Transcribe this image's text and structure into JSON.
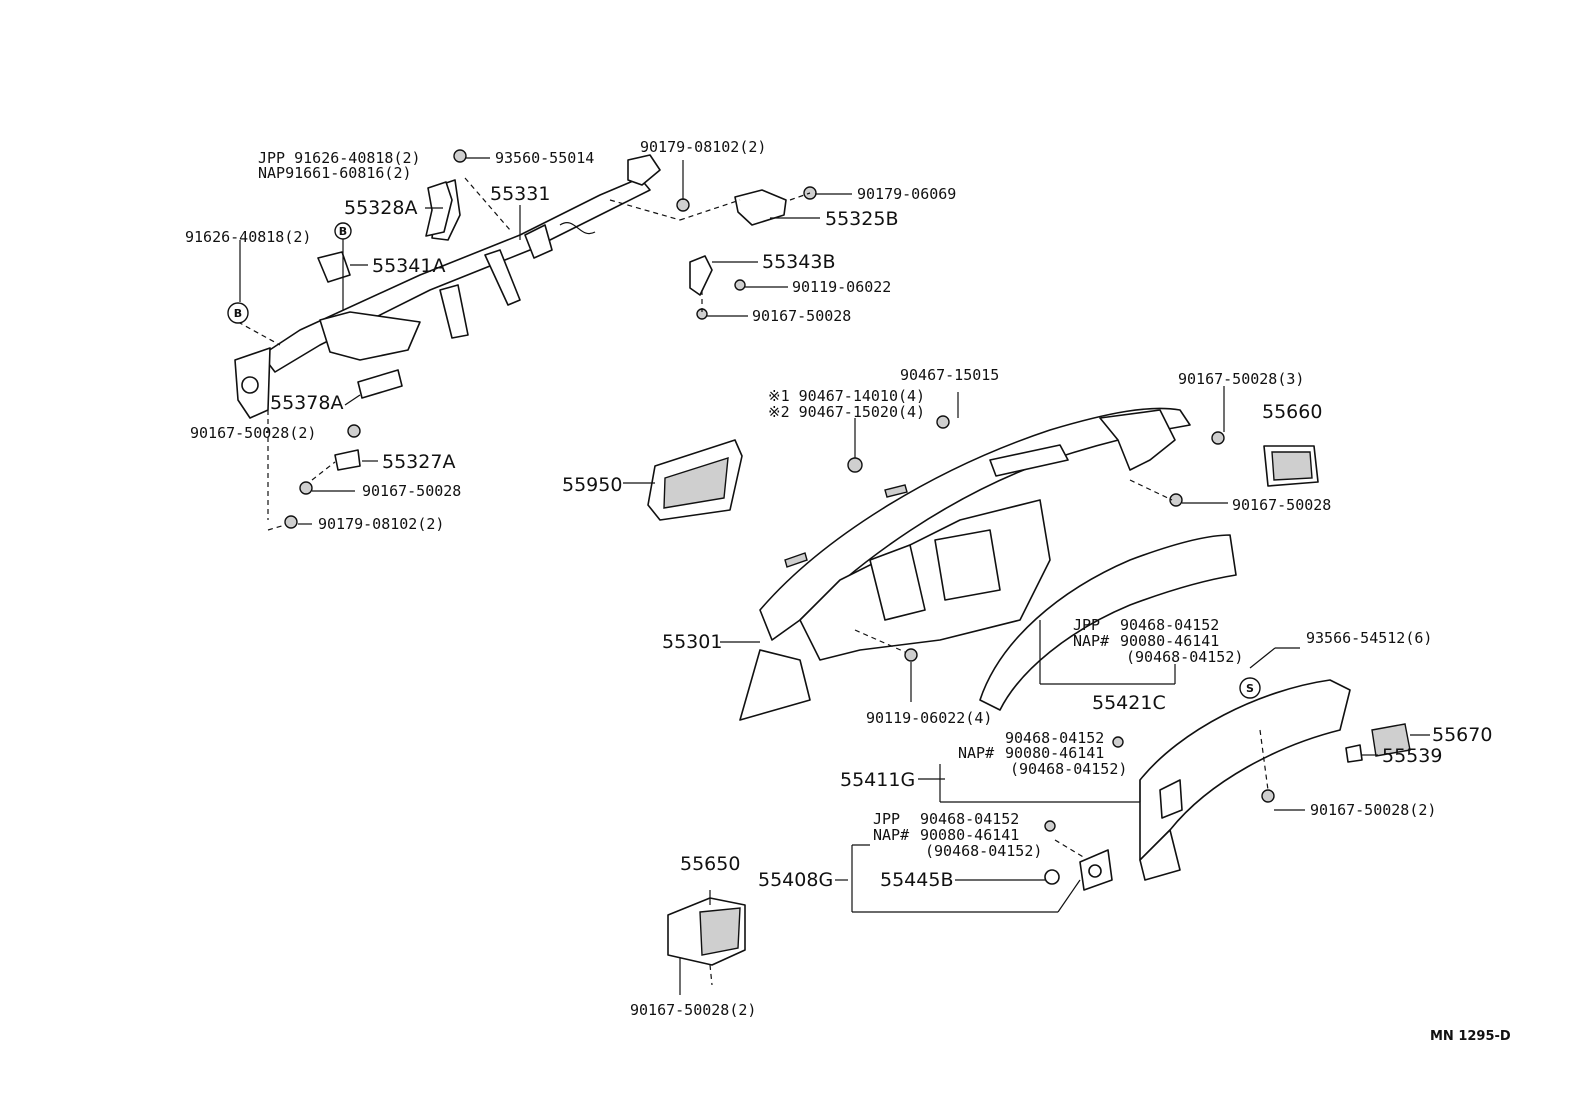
{
  "labels": {
    "jpp_91626_40818": "JPP 91626-40818(2)",
    "nap_91661_60816": "NAP91661-60816(2)",
    "p93560_55014": "93560-55014",
    "p90179_08102_top": "90179-08102(2)",
    "p90179_06069": "90179-06069",
    "p55331": "55331",
    "p55328A": "55328A",
    "p55325B": "55325B",
    "p91626_40818": "91626-40818(2)",
    "p55341A": "55341A",
    "p55343B": "55343B",
    "p90119_06022": "90119-06022",
    "p90167_50028_a": "90167-50028",
    "p90467_15015": "90467-15015",
    "p90467_14010": "※1 90467-14010(4)",
    "p90467_15020": "※2 90467-15020(4)",
    "p90167_50028_3": "90167-50028(3)",
    "p55660": "55660",
    "p55378A": "55378A",
    "p90167_50028_2a": "90167-50028(2)",
    "p55327A": "55327A",
    "p90167_50028_b": "90167-50028",
    "p90179_08102_bot": "90179-08102(2)",
    "p55950": "55950",
    "p90167_50028_c": "90167-50028",
    "p55301": "55301",
    "jpp_90468_04152": "JPP",
    "v90468_04152_a": "90468-04152",
    "nap_90080_46141_a": "NAP#",
    "v90080_46141_a": "90080-46141",
    "v90468_04152_a2": "(90468-04152)",
    "p93566_54512": "93566-54512(6)",
    "p55421C": "55421C",
    "p90119_06022_4": "90119-06022(4)",
    "p55670": "55670",
    "nap_b": "NAP#",
    "v90468_04152_b": "90468-04152",
    "v90080_46141_b": "90080-46141",
    "v90468_04152_b2": "(90468-04152)",
    "p55539": "55539",
    "p55411G": "55411G",
    "p90167_50028_2b": "90167-50028(2)",
    "jpp_c": "JPP",
    "nap_c": "NAP#",
    "v90468_04152_c": "90468-04152",
    "v90080_46141_c": "90080-46141",
    "v90468_04152_c2": "(90468-04152)",
    "p55650": "55650",
    "p55408G": "55408G",
    "p55445B": "55445B",
    "p90167_50028_2c": "90167-50028(2)",
    "circle_b": "B",
    "circle_s": "S",
    "code": "MN 1295-D"
  }
}
